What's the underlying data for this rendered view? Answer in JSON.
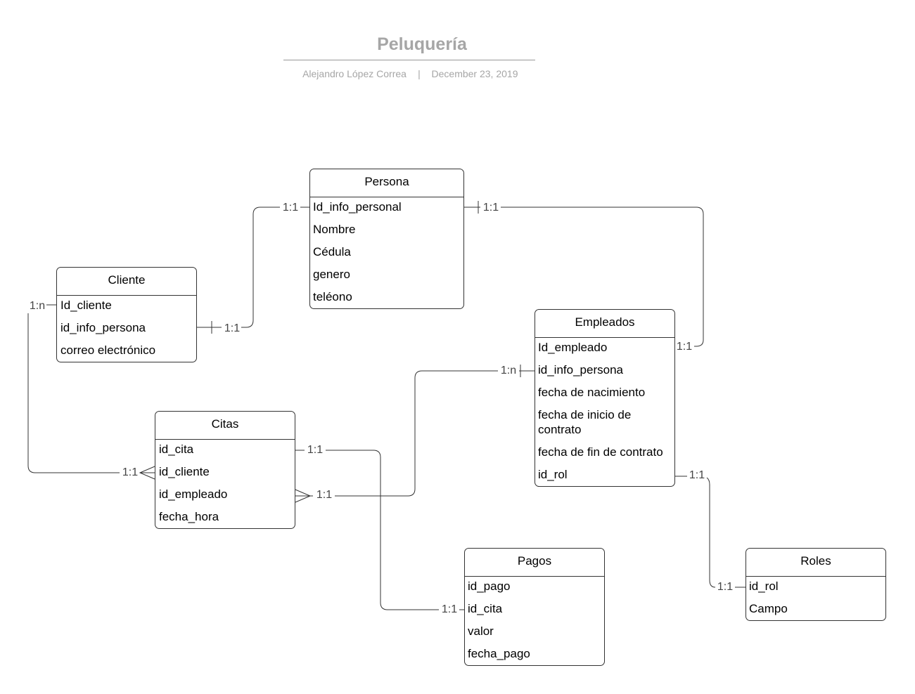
{
  "header": {
    "title": "Peluquería",
    "author": "Alejandro López Correa",
    "separator": "|",
    "date": "December 23, 2019"
  },
  "entities": {
    "persona": {
      "title": "Persona",
      "fields": [
        "Id_info_personal",
        "Nombre",
        "Cédula",
        "genero",
        "teléono"
      ]
    },
    "cliente": {
      "title": "Cliente",
      "fields": [
        "Id_cliente",
        "id_info_persona",
        "correo electrónico"
      ]
    },
    "empleados": {
      "title": "Empleados",
      "fields": [
        "Id_empleado",
        "id_info_persona",
        "fecha de nacimiento",
        "fecha de inicio de",
        "contrato",
        "fecha de fin de contrato",
        "id_rol"
      ]
    },
    "citas": {
      "title": "Citas",
      "fields": [
        "id_cita",
        "id_cliente",
        "id_empleado",
        "fecha_hora"
      ]
    },
    "pagos": {
      "title": "Pagos",
      "fields": [
        "id_pago",
        "id_cita",
        "valor",
        "fecha_pago"
      ]
    },
    "roles": {
      "title": "Roles",
      "fields": [
        "id_rol",
        "Campo"
      ]
    }
  },
  "relationships": [
    {
      "from": "cliente.id_info_persona",
      "to": "persona.Id_info_personal",
      "from_card": "1:1",
      "to_card": "1:1"
    },
    {
      "from": "persona.Id_info_personal",
      "to": "empleados.Id_empleado",
      "from_card": "1:1",
      "to_card": "1:1"
    },
    {
      "from": "cliente.Id_cliente",
      "to": "citas.id_cliente",
      "from_card": "1:n",
      "to_card": "1:1"
    },
    {
      "from": "citas.id_empleado",
      "to": "empleados.id_info_persona",
      "from_card": "1:1",
      "to_card": "1:n"
    },
    {
      "from": "citas.id_cita",
      "to": "pagos.id_cita",
      "from_card": "1:1",
      "to_card": "1:1"
    },
    {
      "from": "empleados.id_rol",
      "to": "roles.id_rol",
      "from_card": "1:1",
      "to_card": "1:1"
    }
  ]
}
